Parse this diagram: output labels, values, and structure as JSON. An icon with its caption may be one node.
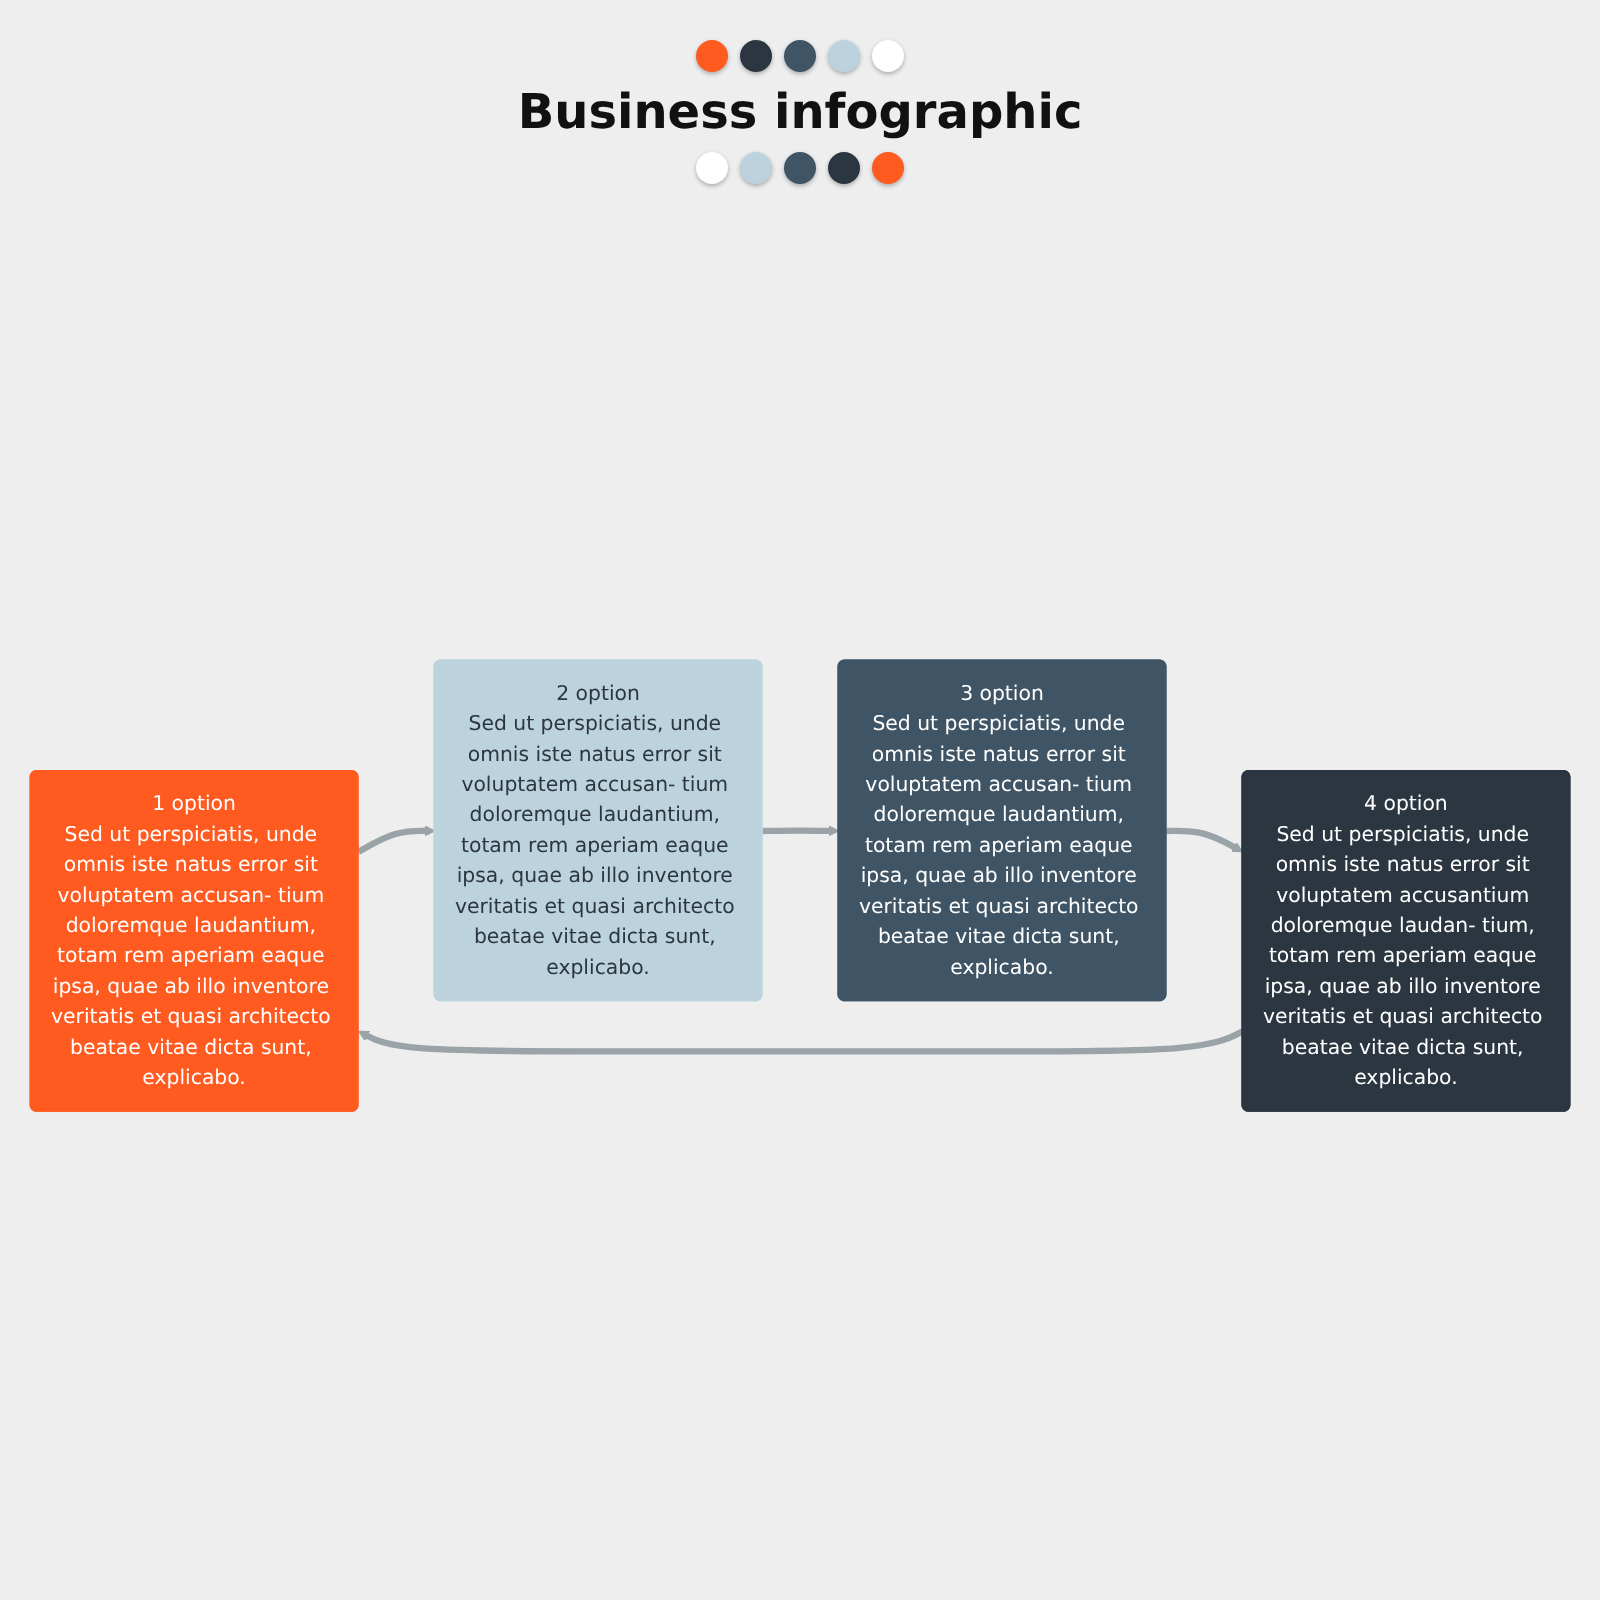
{
  "diagram": {
    "title": "Business infographic",
    "nodes": [
      {
        "text": [
          "1 option",
          "Sed ut perspiciatis, unde omnis iste natus error sit voluptatem accusan- tium doloremque laudantium, totam rem aperiam eaque ipsa, quae ab illo inventore veritatis et quasi architecto beatae vitae dicta sunt, explicabo."
        ]
      },
      {
        "text": [
          "2 option",
          "Sed ut perspiciatis, unde omnis iste natus error sit voluptatem accusan- tium doloremque laudantium, totam rem aperiam eaque ipsa, quae ab illo inventore veritatis et quasi architecto beatae vitae dicta sunt, explicabo."
        ]
      },
      {
        "text": [
          "3 option",
          "Sed ut perspiciatis, unde omnis iste natus error sit voluptatem accusan- tium doloremque laudantium, totam rem aperiam eaque ipsa, quae ab illo inventore veritatis et quasi architecto beatae vitae dicta sunt, explicabo."
        ]
      },
      {
        "text": [
          "4 option",
          "Sed ut perspiciatis, unde omnis iste natus error sit voluptatem accusantium doloremque laudan- tium, totam rem aperiam eaque ipsa, quae ab illo inventore veritatis et quasi architecto beatae vitae dicta sunt, explicabo."
        ]
      }
    ],
    "edges": [
      {
        "from": 0,
        "to": 1,
        "arrow": "to"
      },
      {
        "from": 1,
        "to": 2,
        "arrow": "to"
      },
      {
        "from": 2,
        "to": 3,
        "arrow": "to"
      },
      {
        "from": 3,
        "to": 0,
        "arrow": "to"
      }
    ]
  }
}
